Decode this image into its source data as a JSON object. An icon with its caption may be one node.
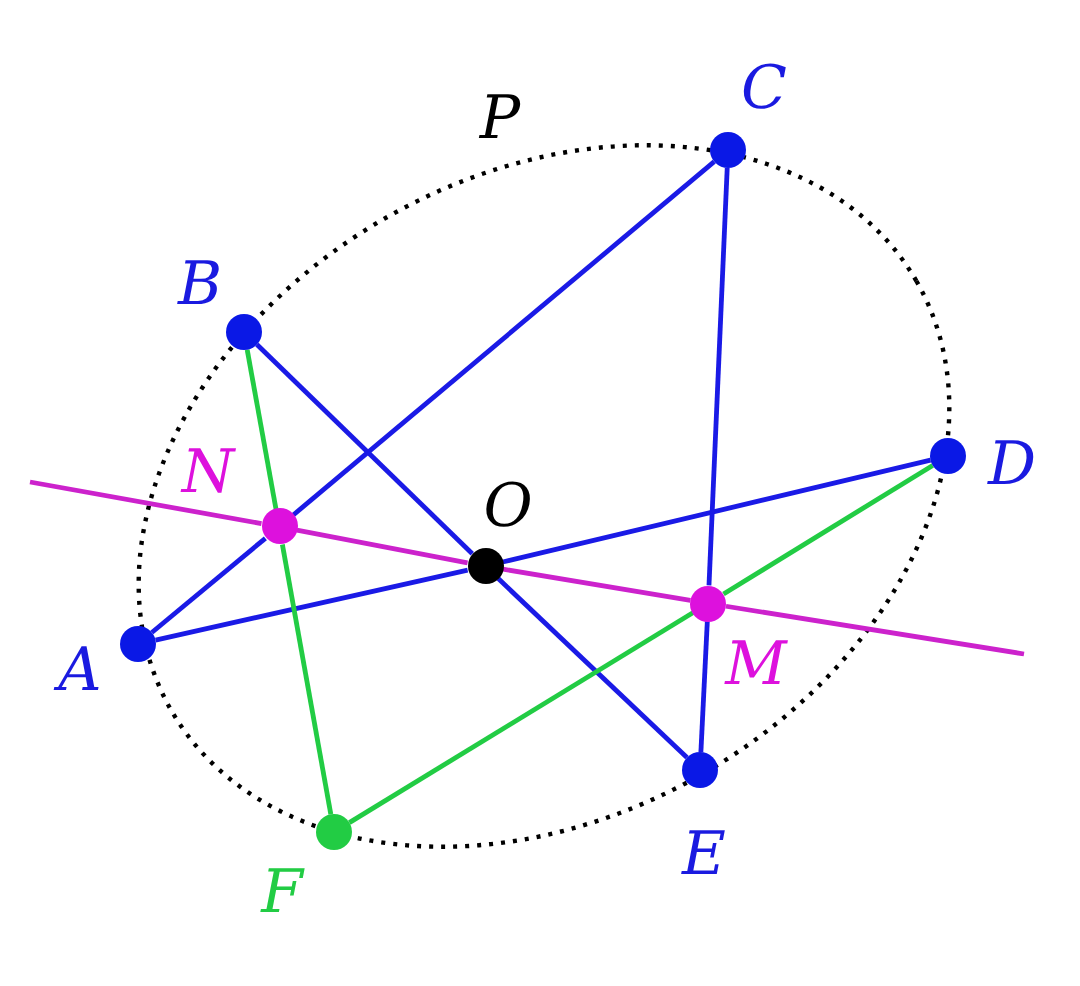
{
  "diagram": {
    "nodes": [
      {
        "text": [],
        "shape": "circle",
        "beside": [
          "A"
        ]
      },
      {
        "text": [],
        "shape": "circle",
        "beside": [
          "B"
        ]
      },
      {
        "text": [],
        "shape": "circle",
        "beside": [
          "C"
        ]
      },
      {
        "text": [],
        "shape": "circle",
        "beside": [
          "D"
        ]
      },
      {
        "text": [],
        "shape": "circle",
        "beside": [
          "E"
        ]
      },
      {
        "text": [],
        "shape": "circle",
        "beside": [
          "F"
        ]
      },
      {
        "text": [],
        "shape": "circle",
        "beside": [
          "N"
        ]
      },
      {
        "text": [],
        "shape": "circle",
        "beside": [
          "O"
        ]
      },
      {
        "text": [],
        "shape": "circle",
        "beside": [
          "M"
        ]
      }
    ],
    "edges": [
      {
        "from": 0,
        "to": 6,
        "arrow": "none"
      },
      {
        "from": 6,
        "to": 2,
        "arrow": "none"
      },
      {
        "from": 0,
        "to": 7,
        "arrow": "none"
      },
      {
        "from": 7,
        "to": 3,
        "arrow": "none"
      },
      {
        "from": 1,
        "to": 7,
        "arrow": "none"
      },
      {
        "from": 7,
        "to": 4,
        "arrow": "none"
      },
      {
        "from": 2,
        "to": 8,
        "arrow": "none"
      },
      {
        "from": 8,
        "to": 4,
        "arrow": "none"
      },
      {
        "from": 1,
        "to": 6,
        "arrow": "none",
        "color": "#22cc44"
      },
      {
        "from": 6,
        "to": 5,
        "arrow": "none",
        "color": "#22cc44"
      },
      {
        "from": 5,
        "to": 8,
        "arrow": "none",
        "color": "#22cc44"
      },
      {
        "from": 8,
        "to": 3,
        "arrow": "none",
        "color": "#22cc44"
      },
      {
        "from": null,
        "to": 6,
        "arrow": "none",
        "color": "#cc22cc"
      },
      {
        "from": 6,
        "to": 7,
        "arrow": "none",
        "color": "#cc22cc"
      },
      {
        "from": 7,
        "to": 8,
        "arrow": "none",
        "color": "#cc22cc"
      },
      {
        "from": 8,
        "to": null,
        "arrow": "none",
        "color": "#cc22cc"
      }
    ],
    "labels": [
      "P"
    ]
  }
}
